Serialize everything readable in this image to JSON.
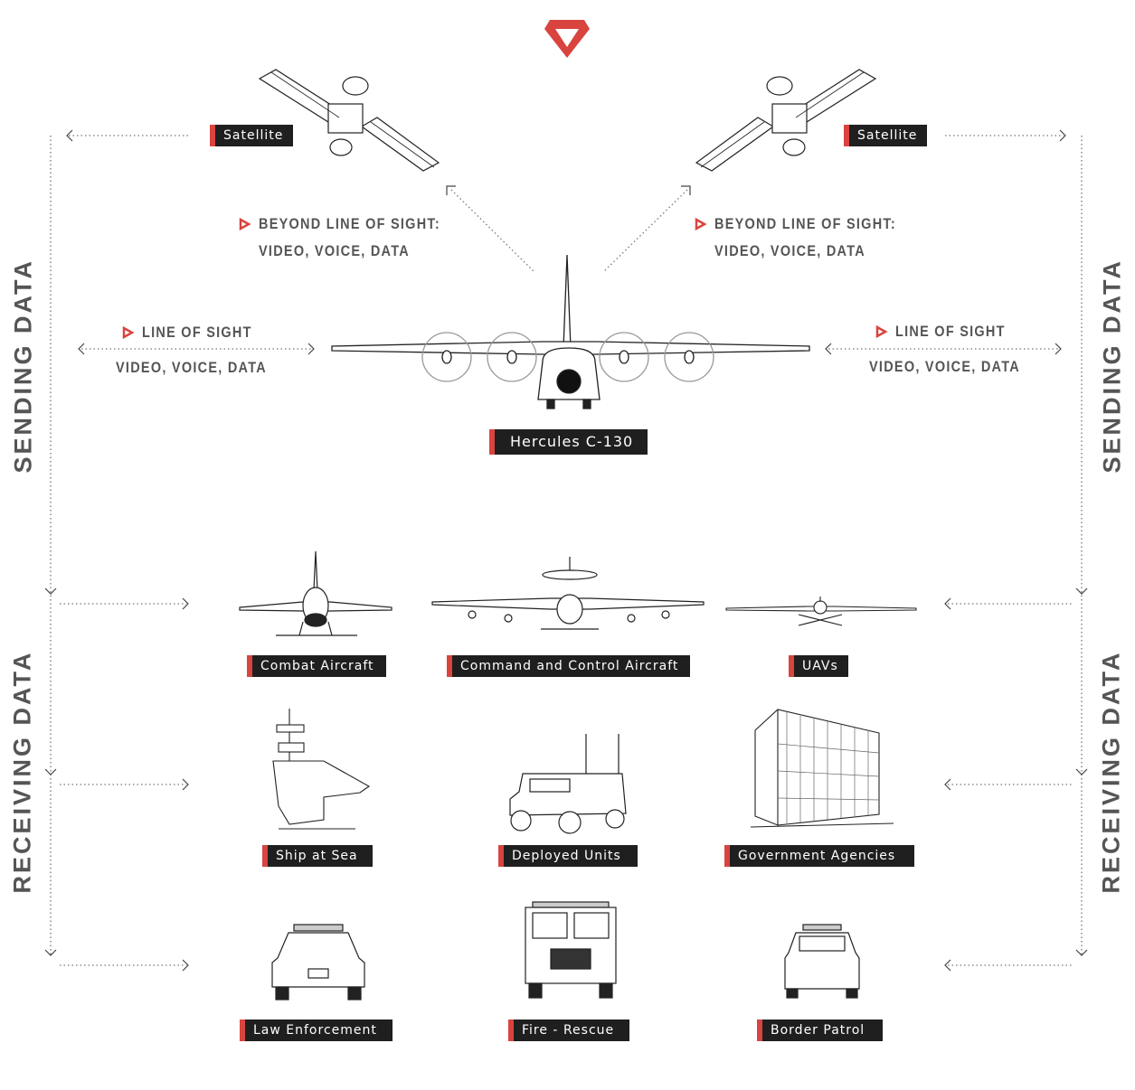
{
  "brand": {
    "logo": "red-inverted-triangle-logo",
    "accent": "#d9443f",
    "label_bg": "#1f1f1f"
  },
  "side_labels": {
    "sending": "SENDING DATA",
    "receiving": "RECEIVING DATA"
  },
  "satellites": {
    "left": "Satellite",
    "right": "Satellite"
  },
  "beyond_los": {
    "title": "BEYOND LINE OF SIGHT:",
    "detail": "VIDEO, VOICE, DATA"
  },
  "los": {
    "title": "LINE OF SIGHT",
    "detail": "VIDEO, VOICE, DATA"
  },
  "hub": "Hercules C-130",
  "receivers": [
    "Combat Aircraft",
    "Command and Control Aircraft",
    "UAVs",
    "Ship at Sea",
    "Deployed Units",
    "Government Agencies",
    "Law Enforcement",
    "Fire - Rescue",
    "Border Patrol"
  ]
}
